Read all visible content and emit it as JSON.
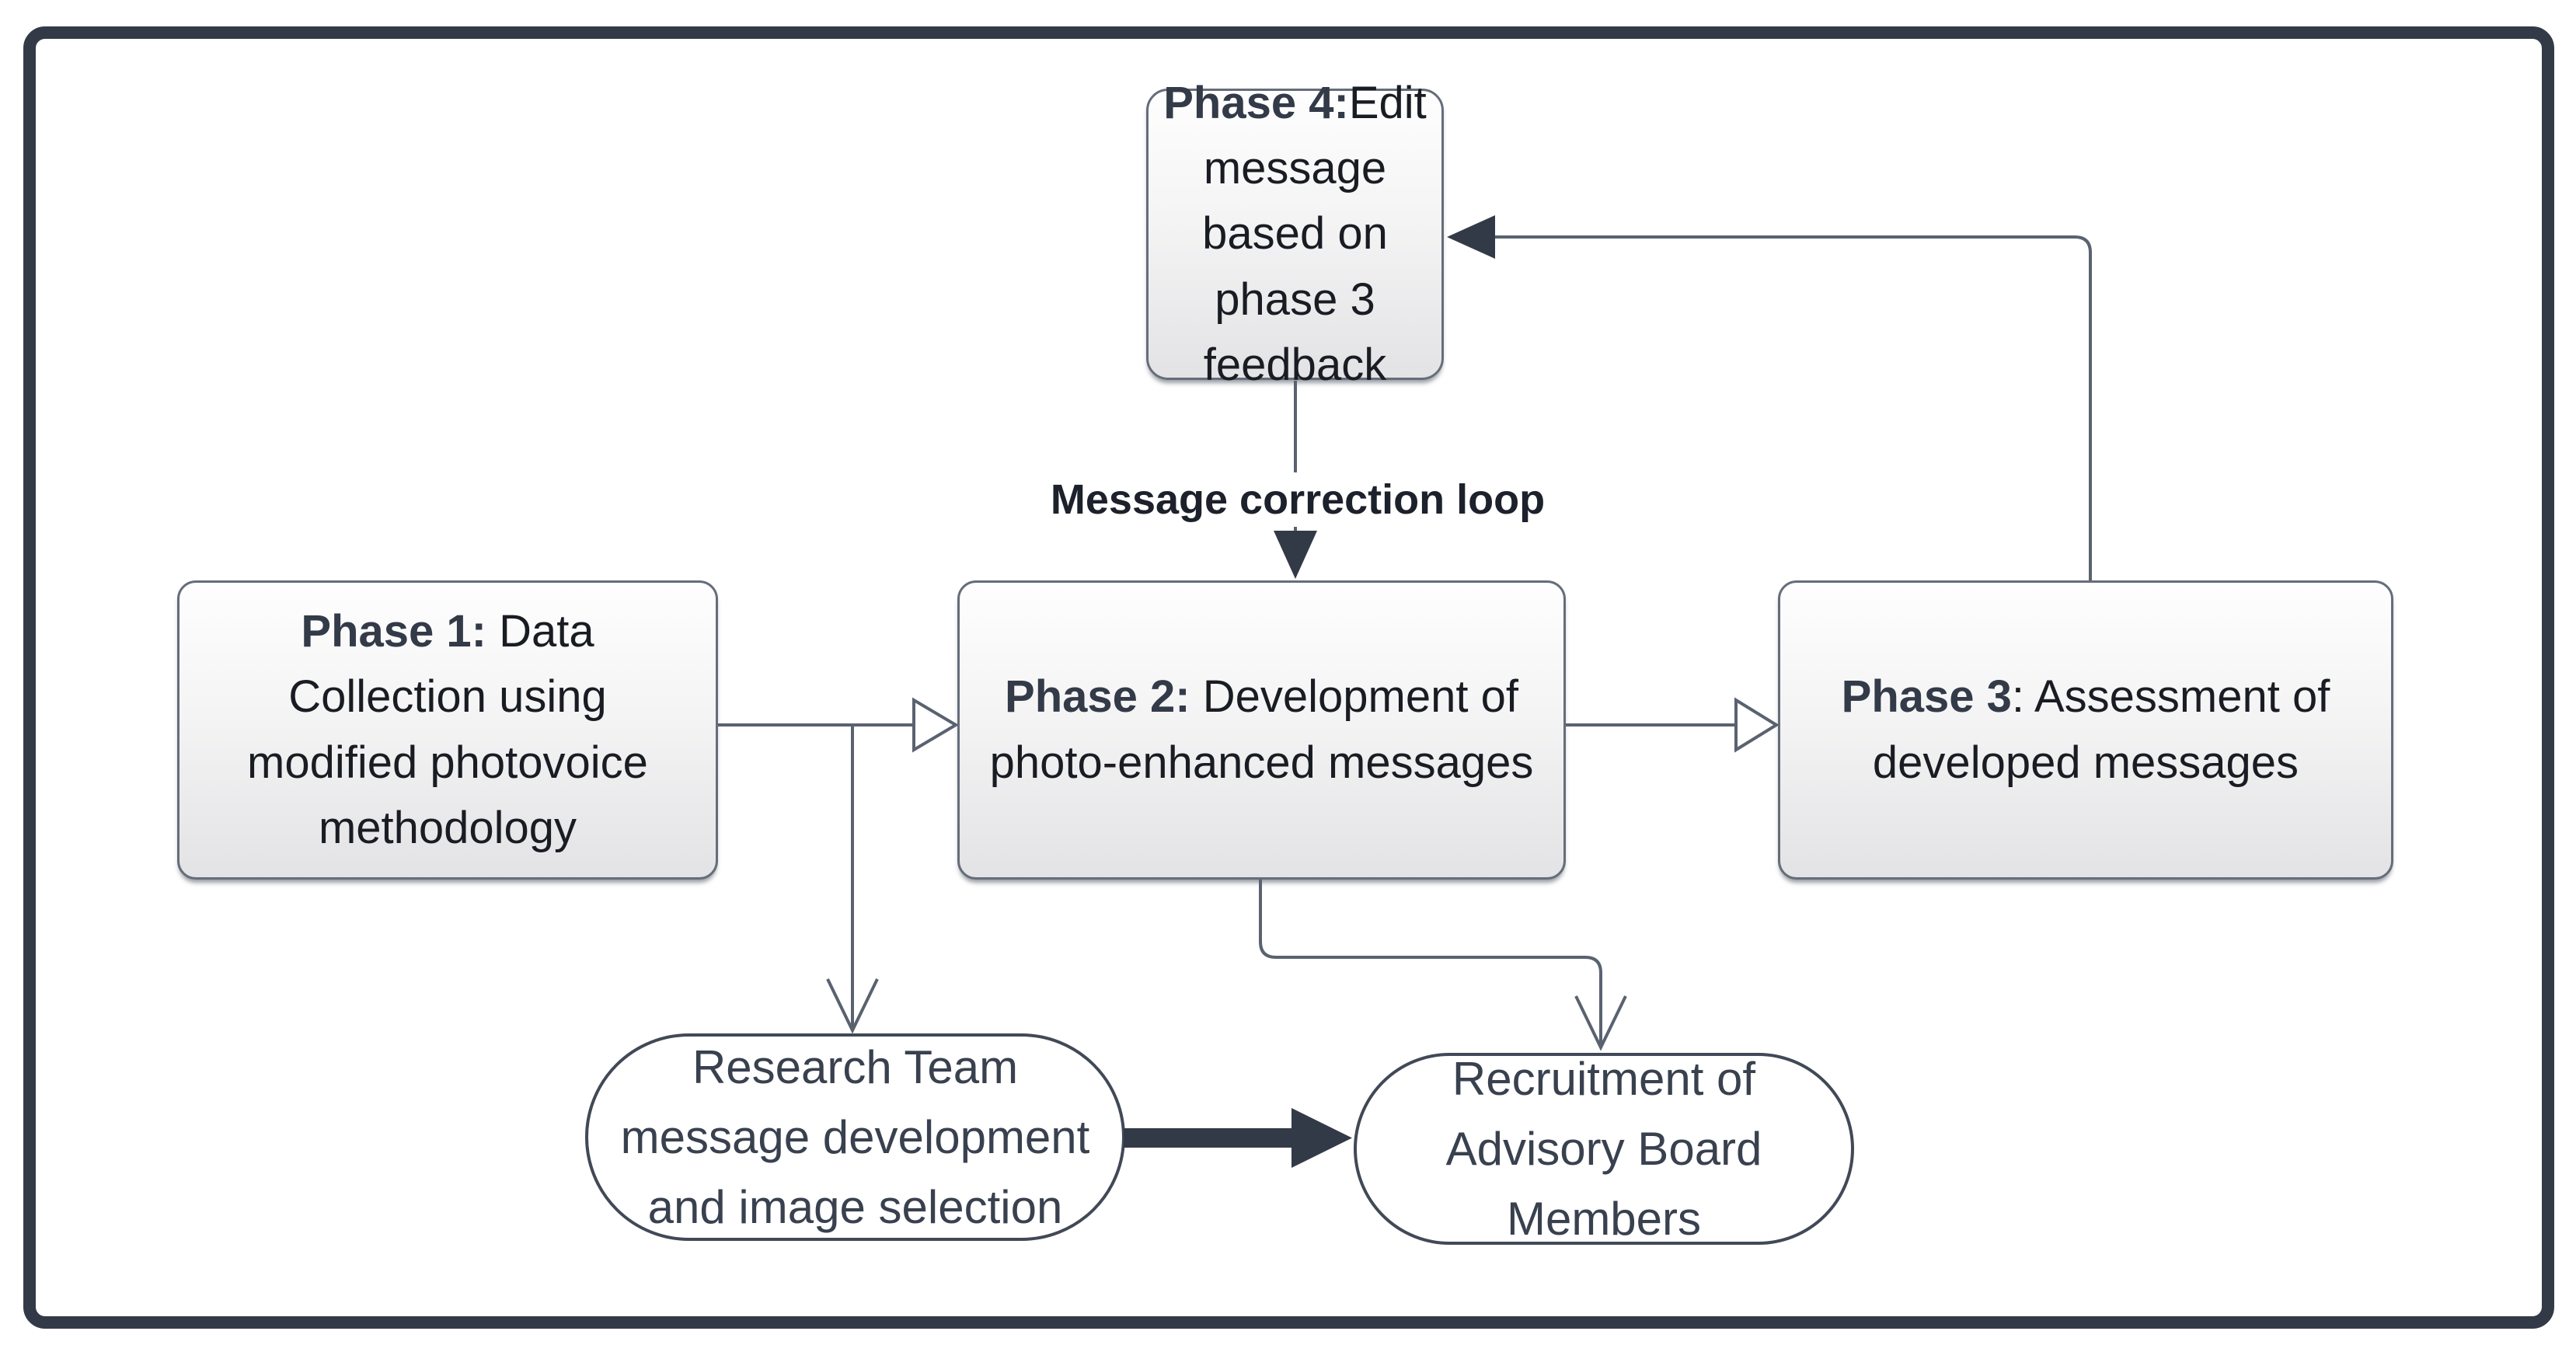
{
  "nodes": {
    "phase4": {
      "bold": "Phase 4:",
      "rest": "Edit message based on phase 3 feedback"
    },
    "phase1": {
      "bold": "Phase 1:",
      "rest": " Data Collection using modified photovoice methodology"
    },
    "phase2": {
      "bold": "Phase 2:",
      "rest": " Development of photo-enhanced messages"
    },
    "phase3": {
      "bold": "Phase 3",
      "rest": ": Assessment of developed messages"
    },
    "research": {
      "label": "Research Team message development and image selection"
    },
    "recruitment": {
      "label": "Recruitment of Advisory Board Members"
    }
  },
  "edge_labels": {
    "correction_loop": "Message correction loop"
  },
  "colors": {
    "frame_border": "#333a47",
    "connector_line": "#5a6270",
    "solid_arrow": "#333a47",
    "node_border": "#656d7a",
    "stadium_border": "#414957",
    "node_gradient_top": "#fefefe",
    "node_gradient_bottom": "#e3e3e5",
    "bold_text": "#333a48",
    "body_text": "#191c22",
    "stadium_text": "#39414f"
  }
}
